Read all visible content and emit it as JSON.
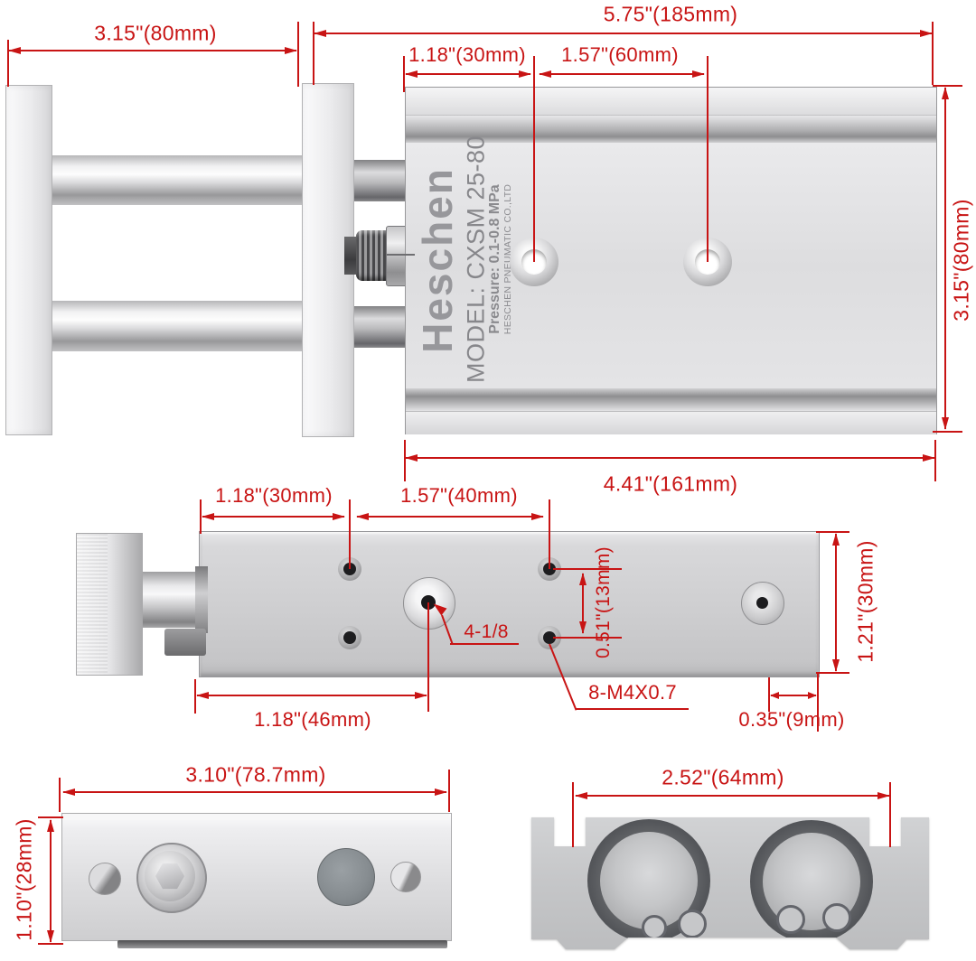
{
  "colors": {
    "dimension": "#c81414"
  },
  "side_view": {
    "dim_plate_width": "3.15\"(80mm)",
    "dim_length": "5.75\"(185mm)",
    "dim_port_offset": "1.18\"(30mm)",
    "dim_port_spacing": "1.57\"(60mm)",
    "dim_height": "3.15\"(80mm)",
    "dim_base_length": "4.41\"(161mm)",
    "logo": "Heschen",
    "model": "MODEL: CXSM 25-80",
    "pressure": "Pressure: 0.1-0.8  MPa",
    "company": "HESCHEN PNEUMATIC CO.,LTD"
  },
  "plan_view": {
    "dim_hole_offset": "1.18\"(30mm)",
    "dim_hole_spacing": "1.57\"(40mm)",
    "label_port": "4-1/8",
    "dim_row_spacing": "0.51\"(13mm)",
    "label_thread": "8-M4X0.7",
    "dim_port_from_left": "1.18\"(46mm)",
    "dim_edge_margin": "0.35\"(9mm)",
    "dim_depth": "1.21\"(30mm)"
  },
  "front_view": {
    "dim_width": "3.10\"(78.7mm)",
    "dim_height": "1.10\"(28mm)"
  },
  "end_view": {
    "dim_bore_spacing": "2.52\"(64mm)"
  }
}
